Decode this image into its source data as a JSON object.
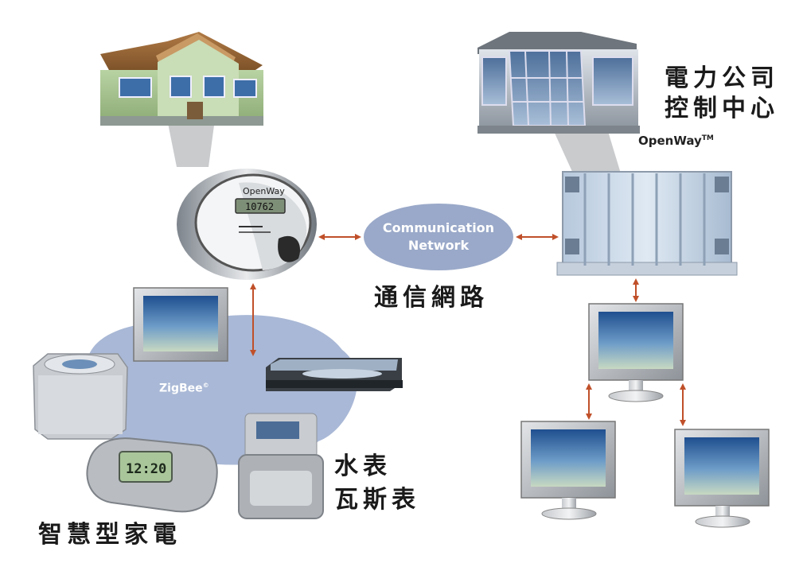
{
  "labels": {
    "utility_control_center": "電力公司控制中心",
    "utility_line1": "電力公司",
    "utility_line2": "控制中心",
    "openway_brand": "OpenWay",
    "trademark": "TM",
    "comm_network_line1": "Communication",
    "comm_network_line2": "Network",
    "comm_network_zh": "通信網路",
    "zigbee": "ZigBee",
    "registered_mark": "©",
    "water_meter": "水表",
    "gas_meter": "瓦斯表",
    "smart_appliances": "智慧型家電",
    "meter_face_brand": "OpenWay",
    "meter_display": "10762",
    "thermostat_display": "12:20"
  },
  "colors": {
    "arrow": "#c0502a",
    "network_ellipse": "#9aa9c9",
    "zigbee_cloud": "#a9b8d6",
    "text": "#1a1a1a"
  }
}
